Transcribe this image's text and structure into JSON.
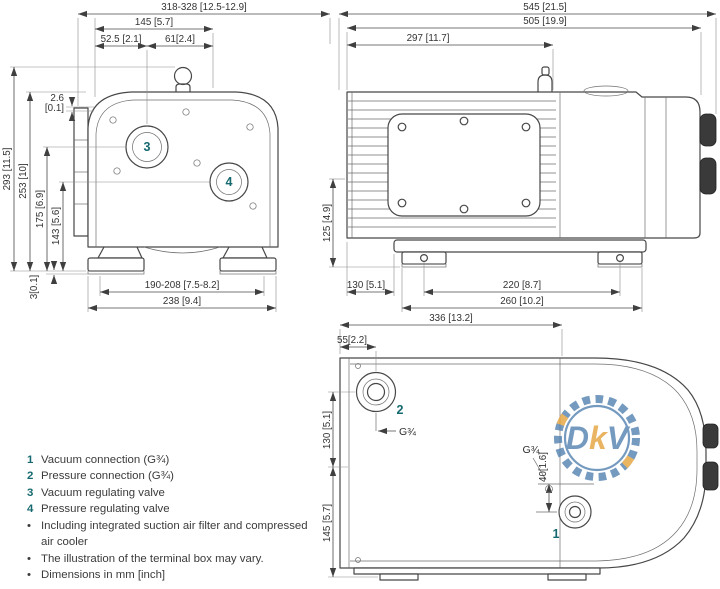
{
  "drawing": {
    "front_view": {
      "dim_overall_width": "318-328 [12.5-12.9]",
      "dim_145": "145 [5.7]",
      "dim_52_5": "52.5 [2.1]",
      "dim_61": "61[2.4]",
      "dim_2_6_mm": "2.6",
      "dim_2_6_inch": "[0.1]",
      "dim_293": "293 [11.5]",
      "dim_253": "253 [10]",
      "dim_175": "175 [6.9]",
      "dim_143": "143 [5.6]",
      "dim_3": "3[0.1]",
      "dim_190_208": "190-208 [7.5-8.2]",
      "dim_238": "238 [9.4]",
      "callout_vacuum_valve": "3",
      "callout_pressure_valve": "4"
    },
    "side_view": {
      "dim_545": "545 [21.5]",
      "dim_505": "505 [19.9]",
      "dim_297": "297 [11.7]",
      "dim_125": "125 [4.9]",
      "dim_130": "130 [5.1]",
      "dim_220": "220 [8.7]",
      "dim_260": "260 [10.2]"
    },
    "port_view": {
      "dim_336": "336 [13.2]",
      "dim_55": "55[2.2]",
      "dim_130": "130 [5.1]",
      "dim_145": "145 [5.7]",
      "dim_40": "40[1.6]",
      "thread_pressure": "G¾",
      "thread_vacuum": "G¾",
      "callout_vacuum_conn": "1",
      "callout_pressure_conn": "2"
    }
  },
  "legend": {
    "bullet": "•",
    "items": [
      {
        "num": "1",
        "text": "Vacuum connection (G¾)"
      },
      {
        "num": "2",
        "text": "Pressure connection (G¾)"
      },
      {
        "num": "3",
        "text": "Vacuum regulating valve"
      },
      {
        "num": "4",
        "text": "Pressure regulating valve"
      }
    ],
    "notes": [
      "Including integrated suction air filter and compressed air cooler",
      "The illustration of the terminal box may vary.",
      "Dimensions in mm [inch]"
    ]
  },
  "watermark": {
    "letter_d": "D",
    "letter_k": "k",
    "letter_v": "V"
  },
  "colors": {
    "callout_teal": "#15696f",
    "line_gray": "#474747",
    "watermark_blue": "#5381b0",
    "watermark_yellow": "#e4a33b"
  }
}
